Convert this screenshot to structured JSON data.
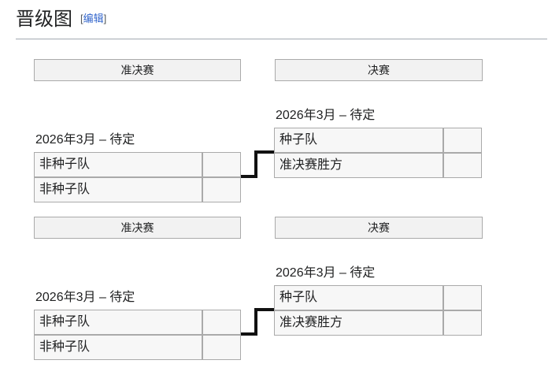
{
  "page": {
    "title": "晋级图",
    "edit": {
      "open_bracket": "[",
      "label": "编辑",
      "close_bracket": "]"
    }
  },
  "colors": {
    "link_blue": "#3366cc",
    "box_fill": "#f2f2f2",
    "cell_fill": "#f7f7f7",
    "border_gray": "#aaaaaa",
    "connector_black": "#111111",
    "heading_rule": "#a2a9b1"
  },
  "brackets": [
    {
      "semifinal_header": "准决赛",
      "final_header": "决赛",
      "semifinal": {
        "date": "2026年3月 – 待定",
        "teams": [
          {
            "name": "非种子队",
            "score": ""
          },
          {
            "name": "非种子队",
            "score": ""
          }
        ]
      },
      "final": {
        "date": "2026年3月 – 待定",
        "teams": [
          {
            "name": "种子队",
            "score": ""
          },
          {
            "name": "准决赛胜方",
            "score": ""
          }
        ]
      }
    },
    {
      "semifinal_header": "准决赛",
      "final_header": "决赛",
      "semifinal": {
        "date": "2026年3月 – 待定",
        "teams": [
          {
            "name": "非种子队",
            "score": ""
          },
          {
            "name": "非种子队",
            "score": ""
          }
        ]
      },
      "final": {
        "date": "2026年3月 – 待定",
        "teams": [
          {
            "name": "种子队",
            "score": ""
          },
          {
            "name": "准决赛胜方",
            "score": ""
          }
        ]
      }
    }
  ]
}
